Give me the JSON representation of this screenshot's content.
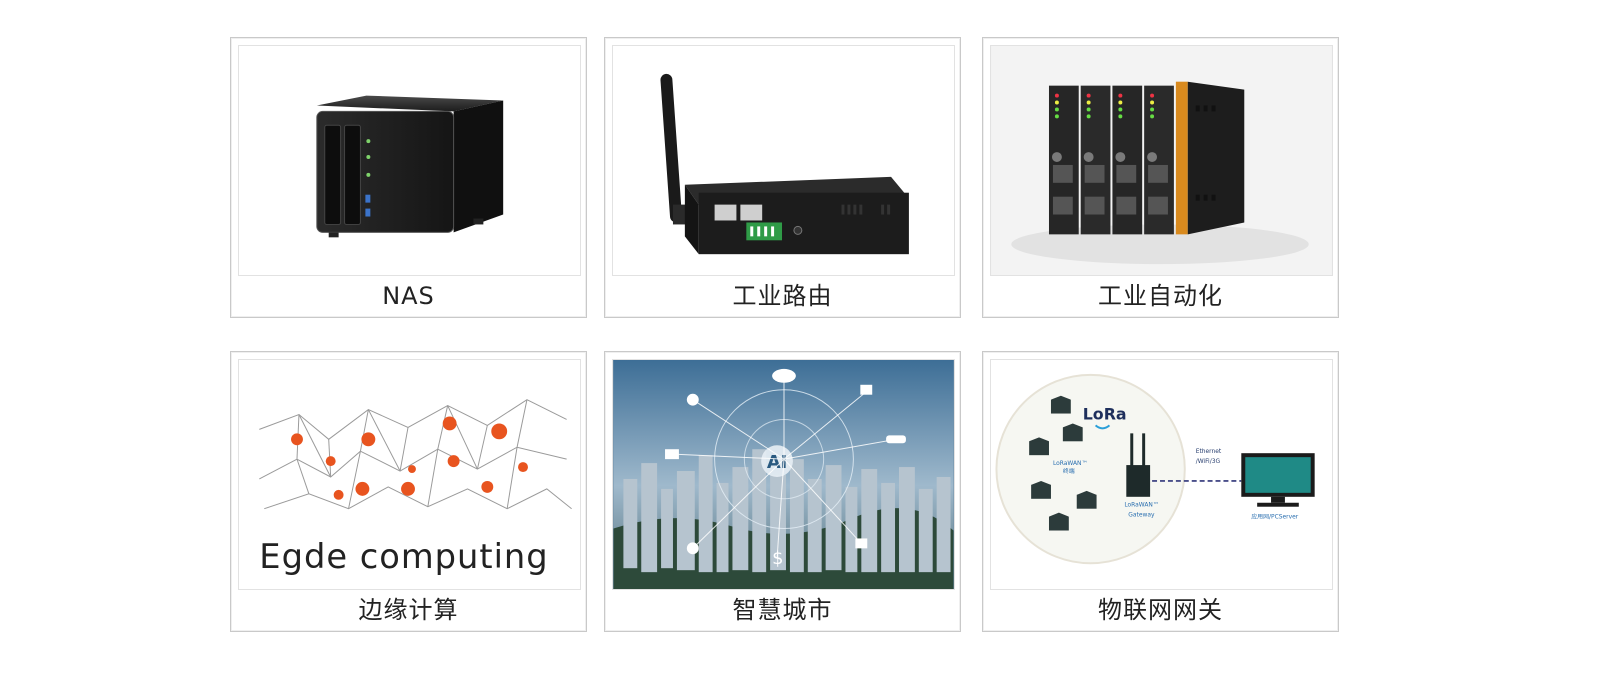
{
  "cards": [
    {
      "label": "NAS",
      "image_icon": "nas-device-icon"
    },
    {
      "label": "工业路由",
      "image_icon": "industrial-router-icon"
    },
    {
      "label": "工业自动化",
      "image_icon": "industrial-automation-modules-icon"
    },
    {
      "label": "边缘计算",
      "image_icon": "edge-computing-network-icon",
      "image_text": "Egde computing"
    },
    {
      "label": "智慧城市",
      "image_icon": "smart-city-icon",
      "image_text": "AI"
    },
    {
      "label": "物联网网关",
      "image_icon": "iot-gateway-diagram-icon",
      "image_text": {
        "brand": "LoRa",
        "lorawan_label": "LoRaWAN™",
        "sub_label": "终端",
        "gateway_label": "Gateway",
        "link_label_1": "Ethernet",
        "link_label_2": "/WiFi/3G",
        "server_label": "应用网/PCServer",
        "gateway_title": "LoRaWAN™"
      }
    }
  ]
}
